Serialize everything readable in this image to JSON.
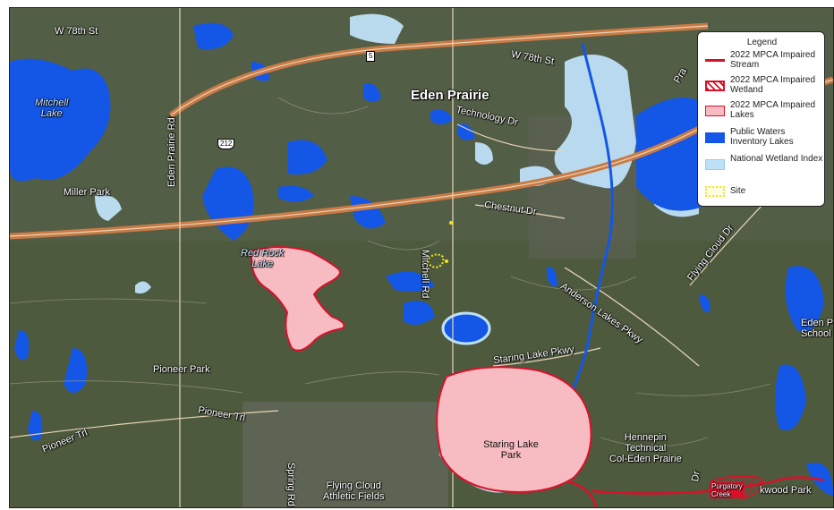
{
  "legend": {
    "title": "Legend",
    "items": [
      {
        "label": "2022 MPCA Impaired Stream",
        "symbol": "red-line"
      },
      {
        "label": "2022 MPCA Impaired Wetland",
        "symbol": "red-hatch"
      },
      {
        "label": "2022 MPCA Impaired Lakes",
        "symbol": "pink-fill"
      },
      {
        "label": "Public Waters Inventory Lakes",
        "symbol": "blue-fill"
      },
      {
        "label": "National Wetland Index",
        "symbol": "lightblue-fill"
      },
      {
        "label": "Site",
        "symbol": "yellow-dotted"
      }
    ]
  },
  "labels": {
    "city": "Eden Prairie",
    "w78_left": "W 78th St",
    "w78_right": "W 78th St",
    "technology": "Technology Dr",
    "chestnut": "Chestnut Dr",
    "mitchell_rd": "Mitchell Rd",
    "eden_prairie_rd": "Eden Prairie Rd",
    "anderson": "Anderson Lakes Pkwy",
    "flying_cloud_dr": "Flying Cloud Dr",
    "staring_pkwy": "Staring Lake Pkwy",
    "pioneer_trl_left": "Pioneer Trl",
    "pioneer_trl_mid": "Pioneer Trl",
    "spring_rd": "Spring Rd",
    "dr_frag": "Dr",
    "prairie_frag": "Pra",
    "mitchell_lake": "Mitchell\nLake",
    "red_rock_lake": "Red Rock\nLake",
    "miller_park": "Miller Park",
    "pioneer_park": "Pioneer Park",
    "staring_park": "Staring Lake\nPark",
    "hennepin": "Hennepin\nTechnical\nCol-Eden Prairie",
    "flying_cloud_fields": "Flying Cloud\nAthletic Fields",
    "eden_school": "Eden P\nSchool",
    "wood_park": "kwood Park",
    "purgatory": "Purgatory\nCreek",
    "shield_5": "5",
    "shield_212": "212"
  },
  "colors": {
    "pwi_blue": "#1457e6",
    "nwi_light": "#bfe1f7",
    "impaired_pink": "#f7bcc2",
    "impaired_red": "#d8112b",
    "site_yellow": "#f5e51b",
    "highway": "#c97a45"
  }
}
